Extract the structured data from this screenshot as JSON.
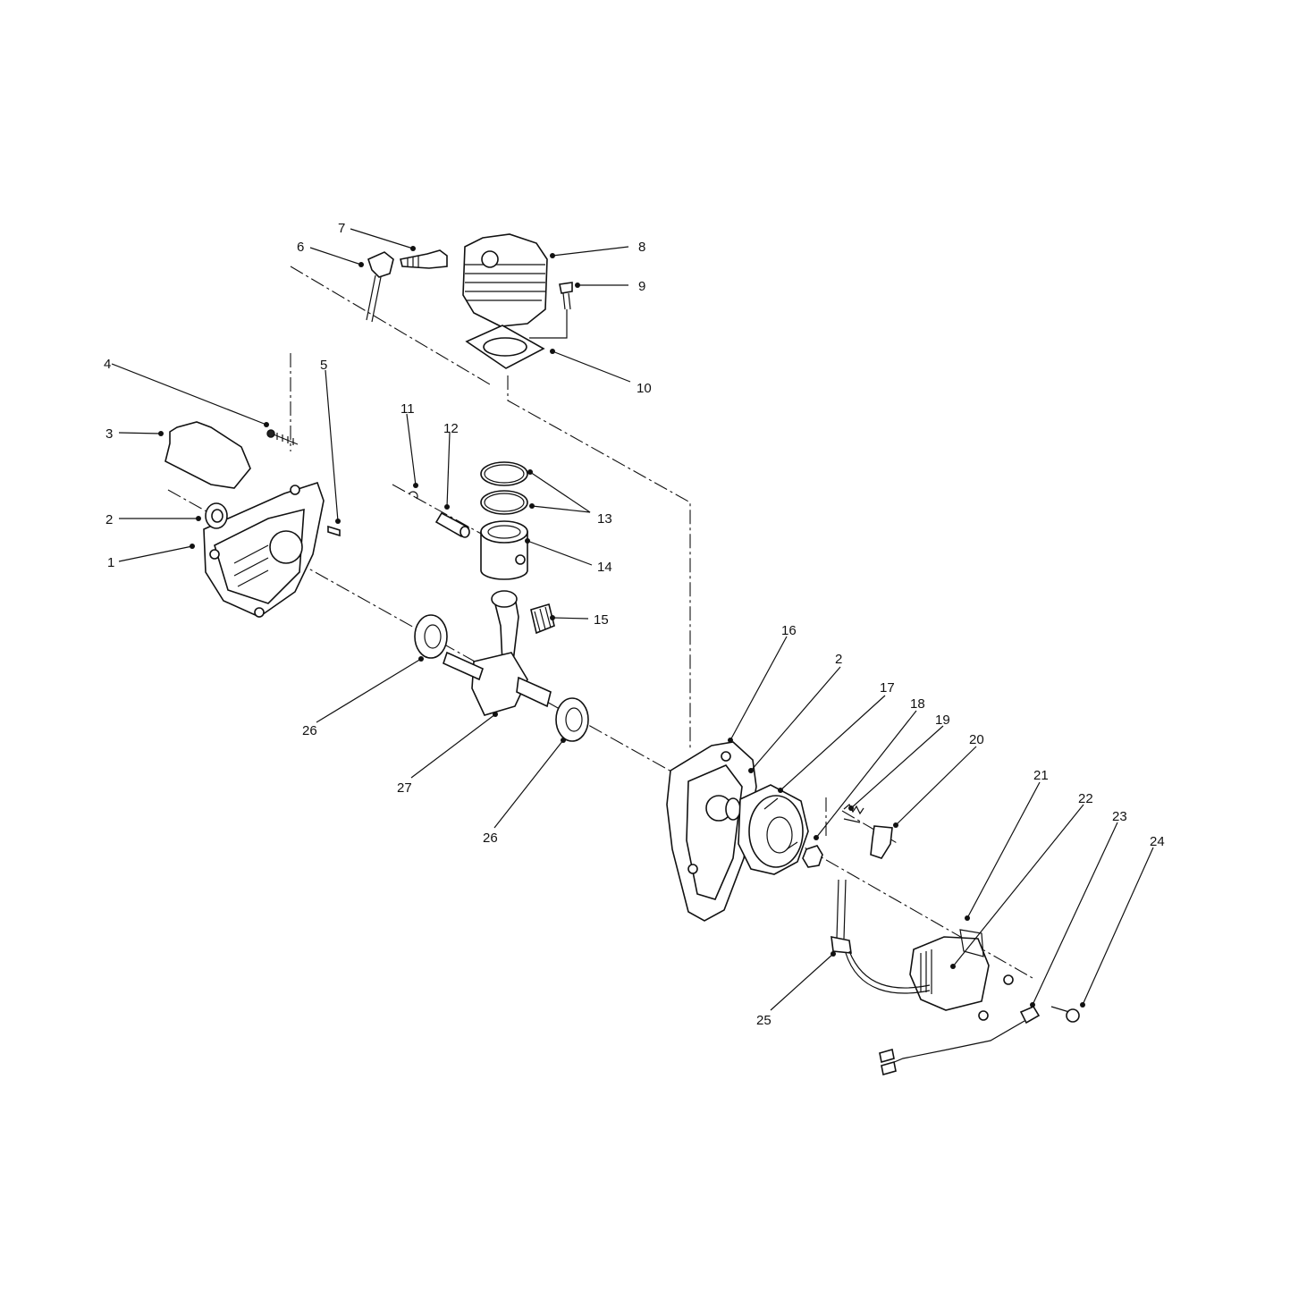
{
  "callouts": [
    "1",
    "2",
    "3",
    "4",
    "5",
    "6",
    "7",
    "8",
    "9",
    "10",
    "11",
    "12",
    "13",
    "14",
    "15",
    "16",
    "2",
    "17",
    "18",
    "19",
    "20",
    "21",
    "22",
    "23",
    "24",
    "25",
    "26",
    "27",
    "26"
  ],
  "parts": [
    {
      "ref": "1",
      "icon": "crankcase-half-icon"
    },
    {
      "ref": "2",
      "icon": "oil-seal-icon"
    },
    {
      "ref": "3",
      "icon": "gasket-icon"
    },
    {
      "ref": "4",
      "icon": "screw-icon"
    },
    {
      "ref": "5",
      "icon": "dowel-pin-icon"
    },
    {
      "ref": "6",
      "icon": "spark-plug-boot-icon"
    },
    {
      "ref": "7",
      "icon": "spark-plug-icon"
    },
    {
      "ref": "8",
      "icon": "cylinder-icon"
    },
    {
      "ref": "9",
      "icon": "screw-icon"
    },
    {
      "ref": "10",
      "icon": "cylinder-gasket-icon"
    },
    {
      "ref": "11",
      "icon": "retaining-ring-icon"
    },
    {
      "ref": "12",
      "icon": "piston-pin-icon"
    },
    {
      "ref": "13",
      "icon": "piston-ring-icon"
    },
    {
      "ref": "14",
      "icon": "piston-icon"
    },
    {
      "ref": "15",
      "icon": "needle-bearing-icon"
    },
    {
      "ref": "16",
      "icon": "crankcase-half-icon"
    },
    {
      "ref": "17",
      "icon": "flywheel-icon"
    },
    {
      "ref": "18",
      "icon": "nut-icon"
    },
    {
      "ref": "19",
      "icon": "spring-icon"
    },
    {
      "ref": "20",
      "icon": "pawl-icon"
    },
    {
      "ref": "21",
      "icon": "ignition-module-icon"
    },
    {
      "ref": "22",
      "icon": "ignition-module-icon"
    },
    {
      "ref": "23",
      "icon": "ground-lead-icon"
    },
    {
      "ref": "24",
      "icon": "screw-icon"
    },
    {
      "ref": "25",
      "icon": "ignition-wire-icon"
    },
    {
      "ref": "26",
      "icon": "ball-bearing-icon"
    },
    {
      "ref": "27",
      "icon": "crankshaft-icon"
    }
  ]
}
